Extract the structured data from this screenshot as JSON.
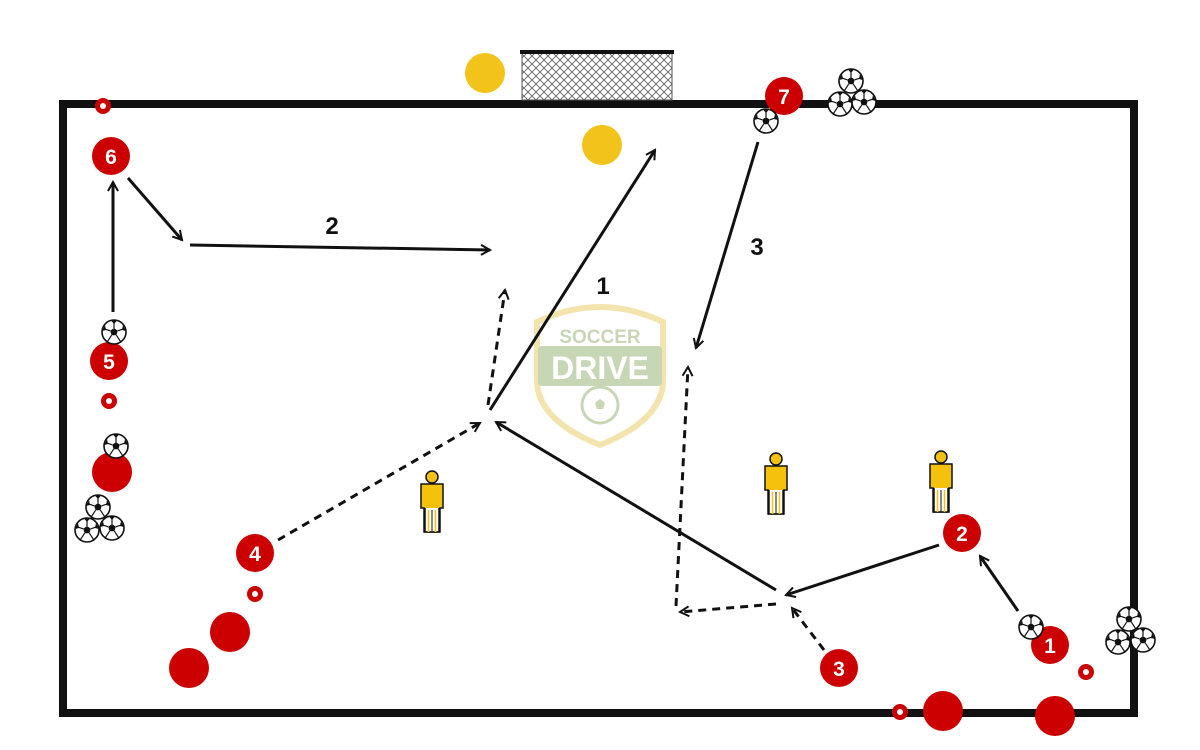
{
  "drill": {
    "players": [
      {
        "id": "p1",
        "number": "1"
      },
      {
        "id": "p2",
        "number": "2"
      },
      {
        "id": "p3",
        "number": "3"
      },
      {
        "id": "p4",
        "number": "4"
      },
      {
        "id": "p5",
        "number": "5"
      },
      {
        "id": "p6",
        "number": "6"
      },
      {
        "id": "p7",
        "number": "7"
      }
    ],
    "sequence_labels": {
      "pass_1": "1",
      "pass_2": "2",
      "pass_3": "3"
    },
    "watermark": {
      "line1": "SOCCER",
      "line2": "DRIVE"
    }
  },
  "colors": {
    "player_red": "#cc0000",
    "defender_yellow": "#f2c31b",
    "mannequin_yellow": "#f4c20d",
    "field_line": "#111111",
    "watermark_green": "#9bb57a",
    "watermark_gold": "#e8cf6a"
  }
}
